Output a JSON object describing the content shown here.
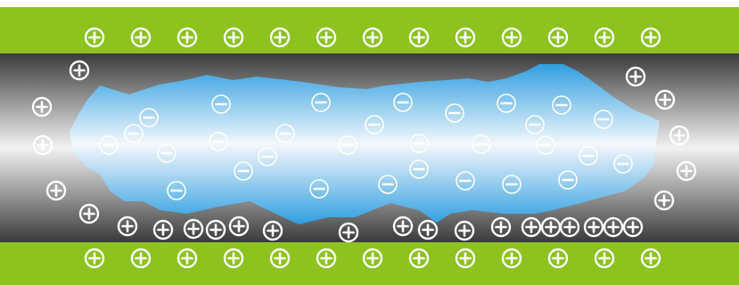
{
  "colors": {
    "plate": "#8dc21f",
    "conductor_dark": "#3a3a3a",
    "conductor_light": "#f2f2f2",
    "cloud_light": "#f4f8fc",
    "cloud_blue": "#2f9fe0",
    "charge_symbol": "#ffffff"
  },
  "charges": {
    "top_plate": {
      "sign": "+",
      "count": 13
    },
    "bottom_plate": {
      "sign": "+",
      "count": 13
    },
    "conductor_positive": {
      "sign": "+",
      "count": 27
    },
    "cloud_negative": {
      "sign": "−",
      "count": 30
    }
  }
}
